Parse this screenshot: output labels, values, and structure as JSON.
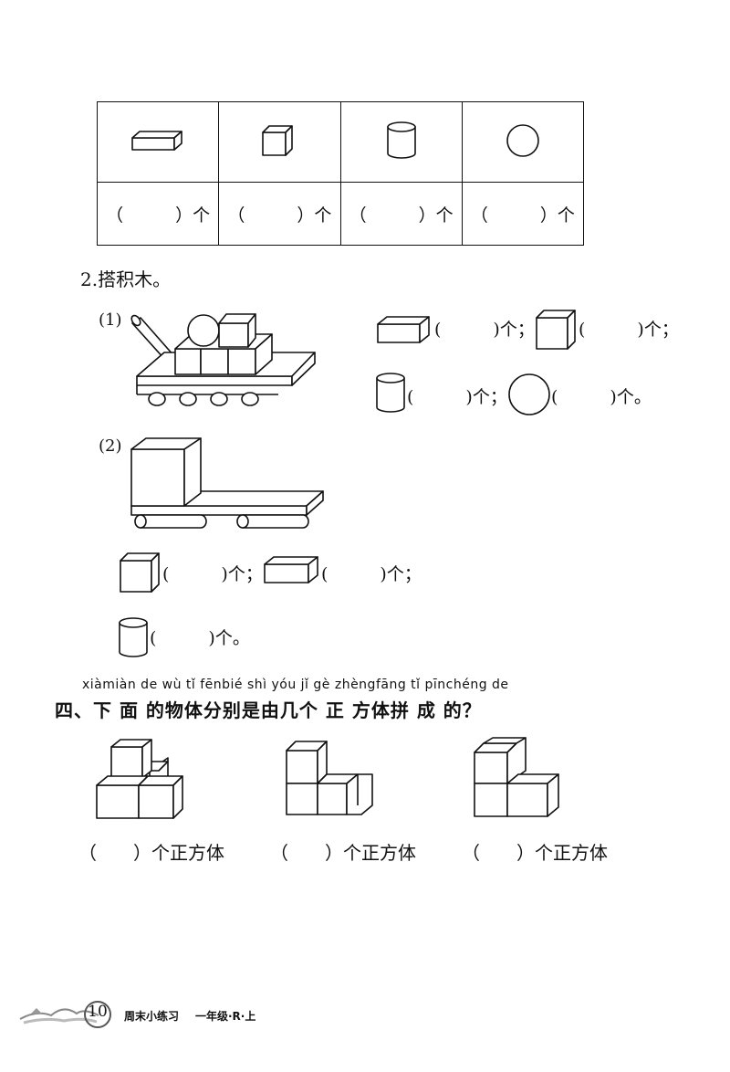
{
  "table": {
    "shapes": [
      "cuboid-icon",
      "cube-icon",
      "cylinder-icon",
      "sphere-icon"
    ],
    "answers": [
      "（　　　）个",
      "（　　　）个",
      "（　　　）个",
      "（　　　）个"
    ]
  },
  "q2": {
    "title": "2.搭积木。",
    "part1": {
      "label": "(1)",
      "line1_a": "(　　　)个；",
      "line1_b": "(　　　)个；",
      "line2_a": "(　　　)个；",
      "line2_b": "(　　　)个。"
    },
    "part2": {
      "label": "(2)",
      "line1_a": "(　　　)个；",
      "line1_b": "(　　　)个；",
      "line2_a": "(　　　)个。"
    }
  },
  "section4": {
    "pinyin": "xiàmiàn de wù  tǐ  fēnbié shì yóu  jǐ  gè zhèngfāng  tǐ  pīnchéng de",
    "title": "四、下 面 的物体分别是由几个 正 方体拼 成 的？",
    "answers": [
      "（　　）个正方体",
      "（　　）个正方体",
      "（　　）个正方体"
    ]
  },
  "footer": {
    "page_number": "10",
    "book": "周末小练习",
    "grade": "一年级·R·上"
  }
}
